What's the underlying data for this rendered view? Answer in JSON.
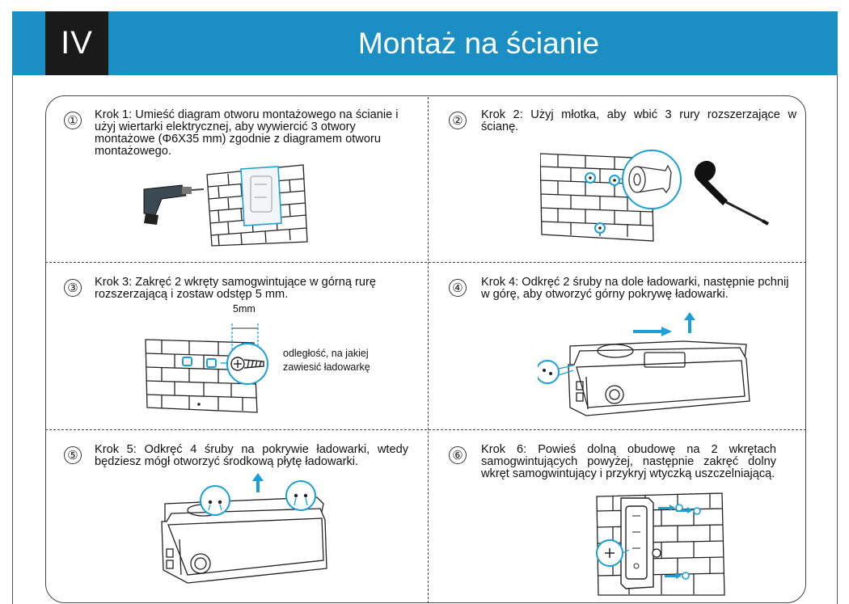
{
  "header": {
    "section_number": "IV",
    "title": "Montaż na ścianie"
  },
  "steps": [
    {
      "number": "①",
      "text": "Krok 1: Umieść diagram otworu montażowego na ścianie i użyj wiertarki elektrycznej, aby wywiercić 3 otwory montażowe (Φ6X35 mm) zgodnie z diagramem otworu montażowego."
    },
    {
      "number": "②",
      "text": "Krok 2: Użyj młotka, aby wbić 3 rury rozszerzające w ścianę."
    },
    {
      "number": "③",
      "text": "Krok 3: Zakręć 2 wkręty samogwintujące w górną rurę rozszerzającą i zostaw odstęp 5 mm."
    },
    {
      "number": "④",
      "text": "Krok 4: Odkręć 2 śruby na dole ładowarki, następnie pchnij w górę, aby otworzyć górny pokrywę ładowarki."
    },
    {
      "number": "⑤",
      "text": "Krok 5: Odkręć 4 śruby na pokrywie ładowarki, wtedy będziesz mógł otworzyć środkową płytę ładowarki."
    },
    {
      "number": "⑥",
      "text": "Krok 6: Powieś dolną obudowę na 2 wkrętach samogwintujących powyżej, następnie zakręć dolny wkręt samogwintujący i przykryj wtyczką uszczelniającą."
    }
  ],
  "step3_labels": {
    "gap": "5mm",
    "hang_note_line1": "odległość, na jakiej",
    "hang_note_line2": "zawiesić ładowarkę"
  },
  "colors": {
    "header_blue": "#1b8ec4",
    "header_dark": "#1a1a1a",
    "accent_blue": "#1a9fd8"
  }
}
